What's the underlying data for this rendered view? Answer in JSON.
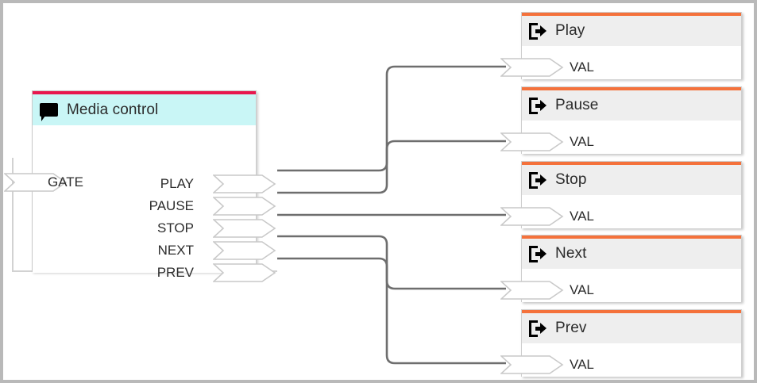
{
  "canvas": {
    "border_color": "#b9b9b9",
    "background": "#ffffff"
  },
  "nodes": {
    "media_control": {
      "title": "Media control",
      "icon": "speech-bubble-icon",
      "info_icon": "i",
      "accent_color": "#e8174e",
      "header_color": "#c9f6f6",
      "inputs": [
        {
          "label": "GATE"
        }
      ],
      "outputs": [
        {
          "label": "PLAY"
        },
        {
          "label": "PAUSE"
        },
        {
          "label": "STOP"
        },
        {
          "label": "NEXT"
        },
        {
          "label": "PREV"
        }
      ]
    },
    "targets": [
      {
        "title": "Play",
        "icon": "exit-arrow-icon",
        "accent_color": "#f4713b",
        "header_color": "#eeeeee",
        "input_label": "VAL"
      },
      {
        "title": "Pause",
        "icon": "exit-arrow-icon",
        "accent_color": "#f4713b",
        "header_color": "#eeeeee",
        "input_label": "VAL"
      },
      {
        "title": "Stop",
        "icon": "exit-arrow-icon",
        "accent_color": "#f4713b",
        "header_color": "#eeeeee",
        "input_label": "VAL"
      },
      {
        "title": "Next",
        "icon": "exit-arrow-icon",
        "accent_color": "#f4713b",
        "header_color": "#eeeeee",
        "input_label": "VAL"
      },
      {
        "title": "Prev",
        "icon": "exit-arrow-icon",
        "accent_color": "#f4713b",
        "header_color": "#eeeeee",
        "input_label": "VAL"
      }
    ]
  },
  "wires": {
    "color": "#6e6e6e",
    "gate_color": "#c8c8c8",
    "connections": [
      {
        "from": "media_control.PLAY",
        "to": "Play.VAL"
      },
      {
        "from": "media_control.PAUSE",
        "to": "Pause.VAL"
      },
      {
        "from": "media_control.STOP",
        "to": "Stop.VAL"
      },
      {
        "from": "media_control.NEXT",
        "to": "Next.VAL"
      },
      {
        "from": "media_control.PREV",
        "to": "Prev.VAL"
      }
    ]
  }
}
